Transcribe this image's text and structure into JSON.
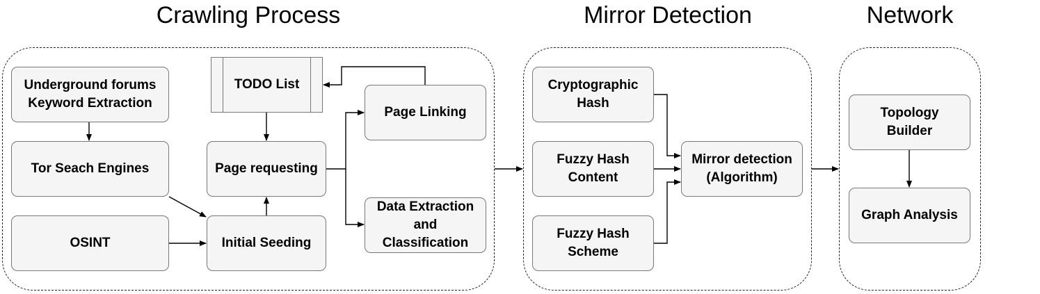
{
  "sections": {
    "crawling": "Crawling Process",
    "mirror": "Mirror Detection",
    "network": "Network"
  },
  "nodes": {
    "underground": "Underground forums\nKeyword Extraction",
    "tor": "Tor Seach Engines",
    "osint": "OSINT",
    "todo": "TODO List",
    "page_requesting": "Page requesting",
    "initial_seeding": "Initial Seeding",
    "page_linking": "Page Linking",
    "data_extraction": "Data Extraction\nand\nClassification",
    "crypto_hash": "Cryptographic\nHash",
    "fuzzy_content": "Fuzzy Hash\nContent",
    "fuzzy_scheme": "Fuzzy Hash\nScheme",
    "mirror_detection": "Mirror detection\n(Algorithm)",
    "topology": "Topology\nBuilder",
    "graph_analysis": "Graph Analysis"
  }
}
